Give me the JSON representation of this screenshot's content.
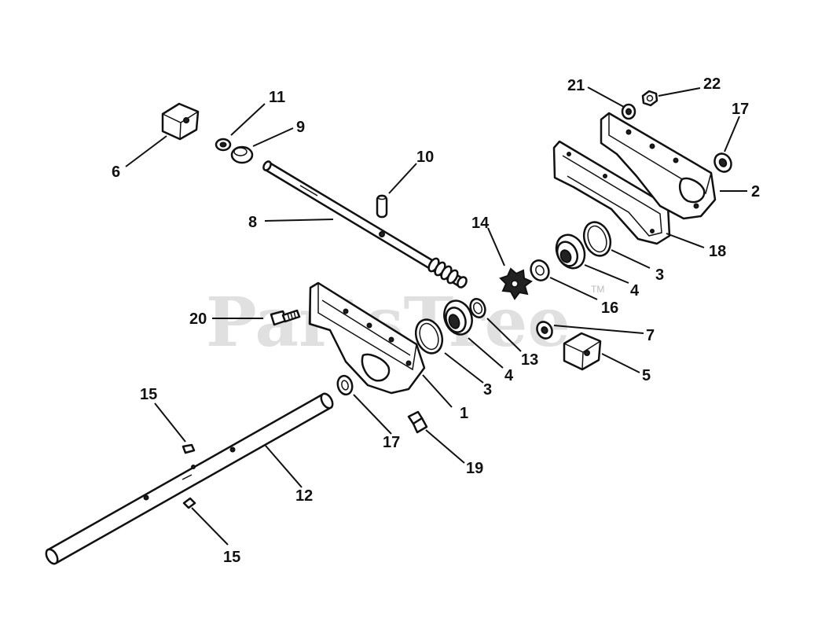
{
  "watermark": {
    "text": "PartsTree",
    "trademark": "TM"
  },
  "callouts": [
    "1",
    "2",
    "3",
    "3",
    "4",
    "4",
    "5",
    "6",
    "7",
    "8",
    "9",
    "10",
    "11",
    "12",
    "13",
    "14",
    "15",
    "15",
    "16",
    "17",
    "17",
    "18",
    "19",
    "20",
    "21",
    "22"
  ]
}
